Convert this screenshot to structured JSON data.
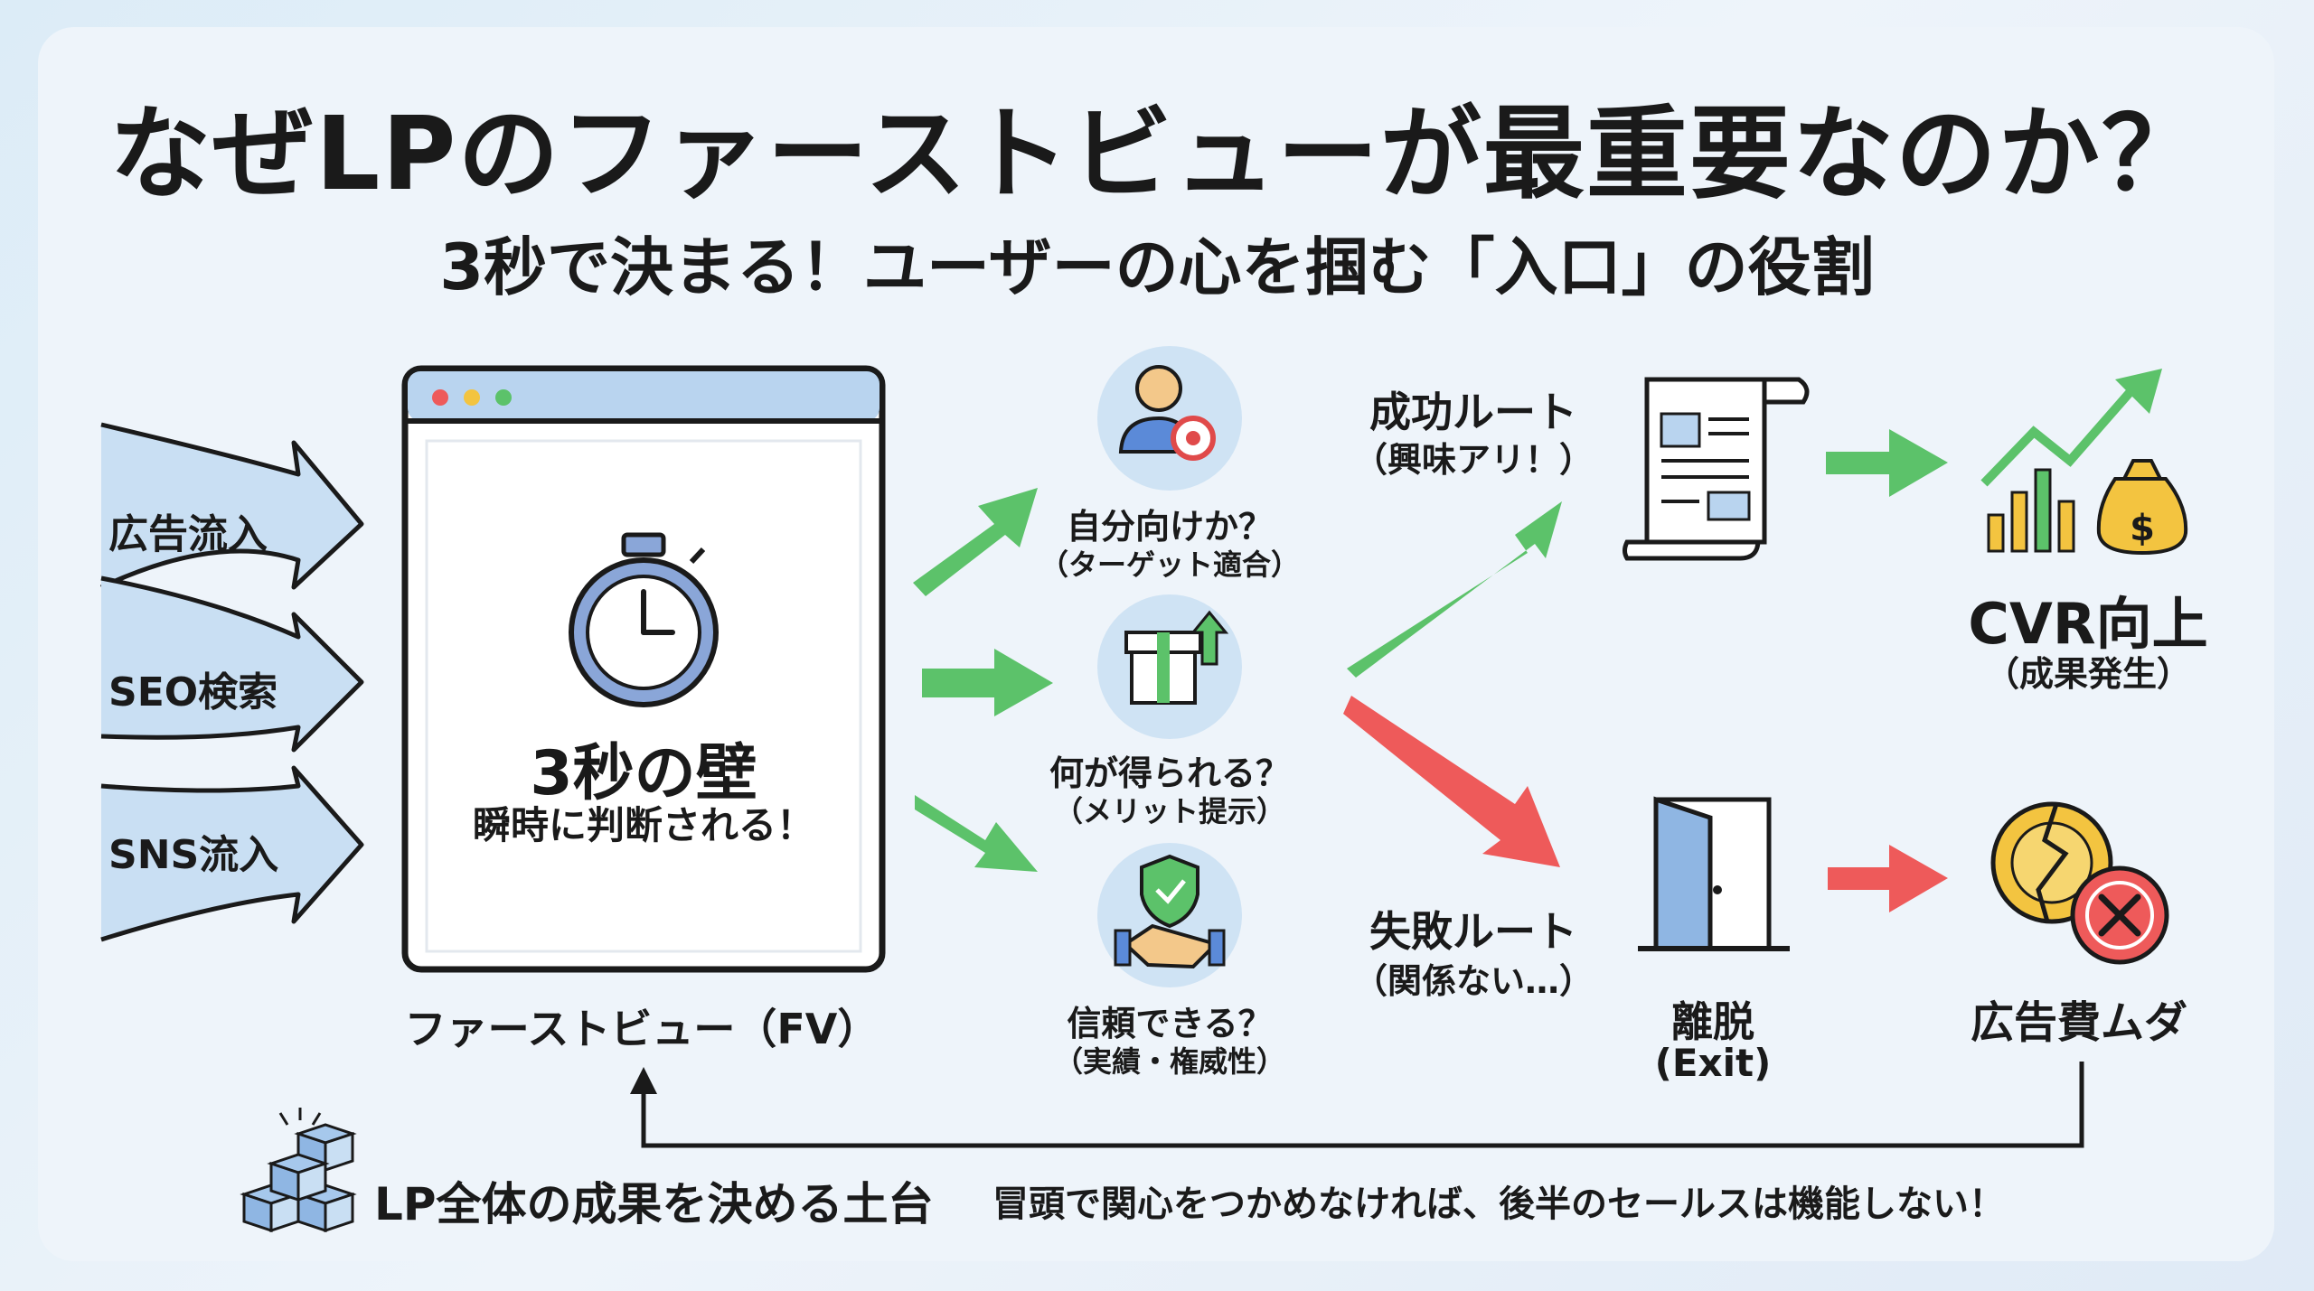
{
  "title": "なぜLPのファーストビューが最重要なのか？",
  "subtitle": "3秒で決まる！ユーザーの心を掴む「入口」の役割",
  "inflows": [
    "広告流入",
    "SEO検索",
    "SNS流入"
  ],
  "fv": {
    "headline": "3秒の壁",
    "subline": "瞬時に判断される！",
    "caption": "ファーストビュー（FV）"
  },
  "questions": [
    {
      "title": "自分向けか？",
      "sub": "（ターゲット適合）",
      "icon": "user-target-icon"
    },
    {
      "title": "何が得られる？",
      "sub": "（メリット提示）",
      "icon": "gift-icon"
    },
    {
      "title": "信頼できる？",
      "sub": "（実績・権威性）",
      "icon": "handshake-shield-icon"
    }
  ],
  "success_route": {
    "title": "成功ルート",
    "sub": "（興味アリ！）"
  },
  "failure_route": {
    "title": "失敗ルート",
    "sub": "（関係ない…）"
  },
  "outcomes": {
    "document_icon": "document-icon",
    "cvr": {
      "title": "CVR向上",
      "sub": "（成果発生）"
    },
    "exit": {
      "title": "離脱",
      "sub": "(Exit)"
    },
    "waste": {
      "title": "広告費ムダ"
    }
  },
  "footer": {
    "main": "LP全体の成果を決める土台",
    "note": "冒頭で関心をつかめなければ、後半のセールスは機能しない！"
  },
  "colors": {
    "green": "#5cc26a",
    "red": "#ee5a5a",
    "blue_fill": "#c6dcf2",
    "navy": "#22304a"
  }
}
